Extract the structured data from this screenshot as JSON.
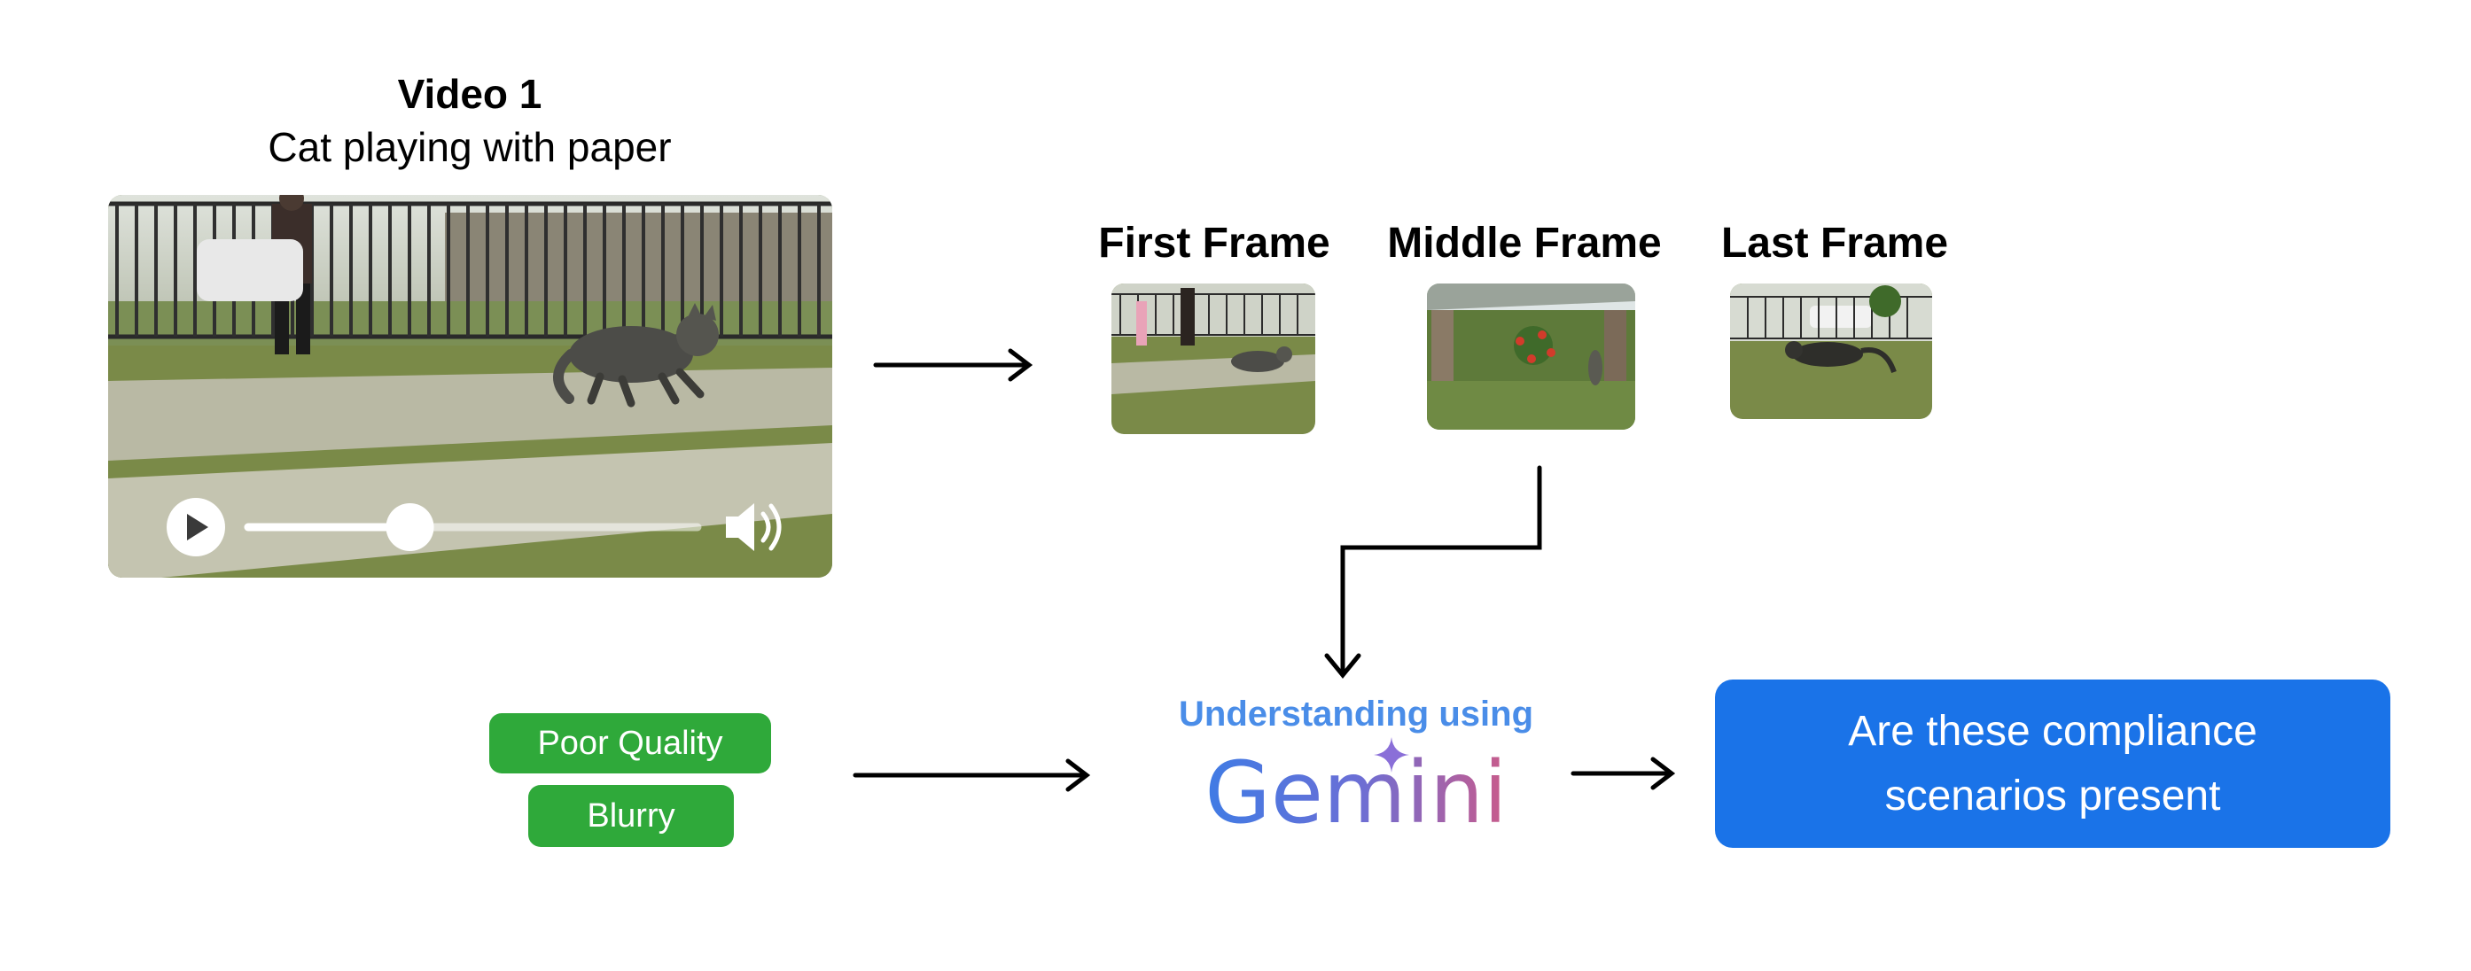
{
  "video": {
    "title": "Video 1",
    "subtitle": "Cat playing with paper",
    "progress": 0.36,
    "controls": {
      "play_icon": "play-icon",
      "volume_icon": "volume-icon"
    }
  },
  "frames": [
    {
      "label": "First Frame"
    },
    {
      "label": "Middle Frame"
    },
    {
      "label": "Last Frame"
    }
  ],
  "tags": [
    "Poor Quality",
    "Blurry"
  ],
  "gemini": {
    "caption": "Understanding using",
    "logo_text": "Gemini"
  },
  "result": {
    "text": "Are these compliance scenarios present"
  },
  "colors": {
    "tag_green": "#2fa93a",
    "result_blue": "#1a73e8",
    "caption_blue": "#4a8de8",
    "gemini_gradient": [
      "#3b7de6",
      "#6a6fd6",
      "#b45f9c",
      "#d45a80"
    ]
  }
}
